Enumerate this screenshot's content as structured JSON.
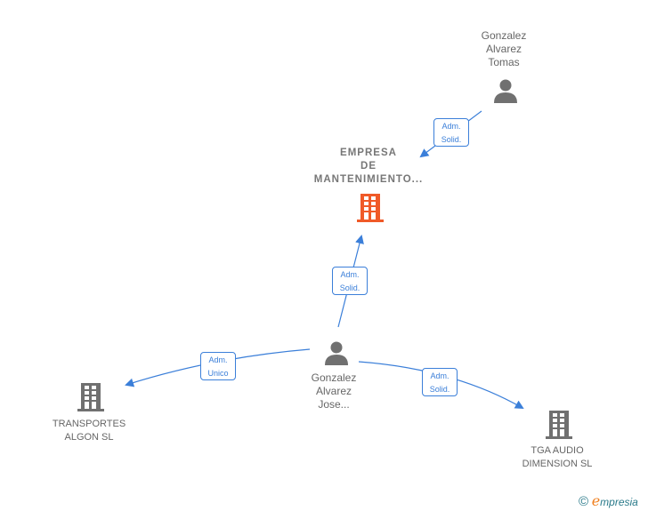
{
  "nodes": {
    "tomas": {
      "lines": [
        "Gonzalez",
        "Alvarez",
        "Tomas"
      ],
      "type": "person"
    },
    "empresa": {
      "lines": [
        "EMPRESA",
        "DE",
        "MANTENIMIENTO..."
      ],
      "type": "company-main"
    },
    "jose": {
      "lines": [
        "Gonzalez",
        "Alvarez",
        "Jose..."
      ],
      "type": "person"
    },
    "transportes": {
      "lines": [
        "TRANSPORTES",
        "ALGON SL"
      ],
      "type": "company"
    },
    "tga": {
      "lines": [
        "TGA AUDIO",
        "DIMENSION SL"
      ],
      "type": "company"
    }
  },
  "edges": [
    {
      "from": "tomas",
      "to": "empresa",
      "lines": [
        "Adm.",
        "Solid."
      ]
    },
    {
      "from": "jose",
      "to": "empresa",
      "lines": [
        "Adm.",
        "Solid."
      ]
    },
    {
      "from": "jose",
      "to": "transportes",
      "lines": [
        "Adm.",
        "Unico"
      ]
    },
    {
      "from": "jose",
      "to": "tga",
      "lines": [
        "Adm.",
        "Solid."
      ]
    }
  ],
  "colors": {
    "edge": "#3b7fd9",
    "main": "#f05a28",
    "node": "#707070"
  },
  "brand": {
    "copyright": "©",
    "e": "e",
    "rest": "mpresia"
  }
}
